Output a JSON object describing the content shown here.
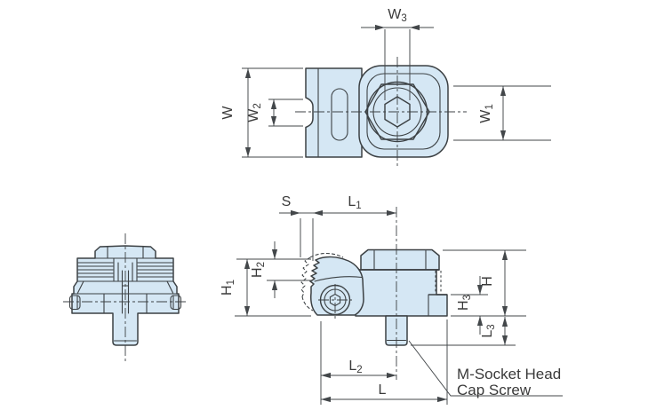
{
  "drawing": {
    "callout": {
      "line1": "M-Socket Head",
      "line2": "Cap Screw"
    },
    "dimension_labels": {
      "w": {
        "base": "W",
        "sub": ""
      },
      "w1": {
        "base": "W",
        "sub": "1"
      },
      "w2": {
        "base": "W",
        "sub": "2"
      },
      "w3": {
        "base": "W",
        "sub": "3"
      },
      "s": {
        "base": "S",
        "sub": ""
      },
      "l": {
        "base": "L",
        "sub": ""
      },
      "l1": {
        "base": "L",
        "sub": "1"
      },
      "l2": {
        "base": "L",
        "sub": "2"
      },
      "l3": {
        "base": "L",
        "sub": "3"
      },
      "h": {
        "base": "H",
        "sub": ""
      },
      "h1": {
        "base": "H",
        "sub": "1"
      },
      "h2": {
        "base": "H",
        "sub": "2"
      },
      "h3": {
        "base": "H",
        "sub": "3"
      }
    },
    "colors": {
      "part_fill": "#d5e7f4",
      "line": "#3c4144",
      "dimension": "#43474a",
      "text": "#3a3a3a",
      "background": "#ffffff"
    }
  }
}
